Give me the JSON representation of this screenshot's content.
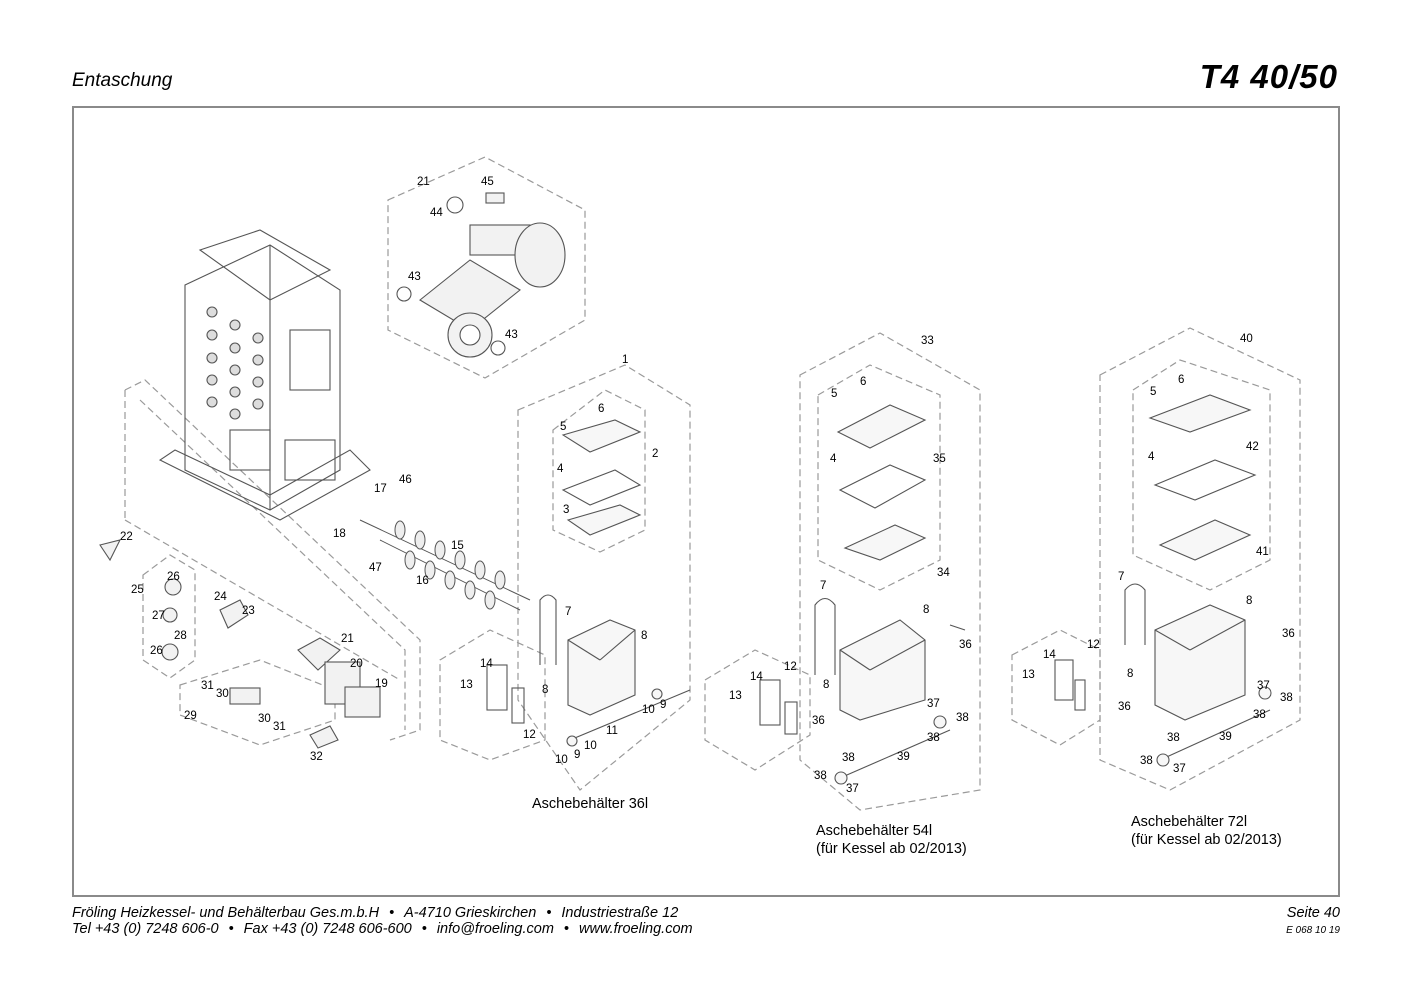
{
  "header": {
    "section_title": "Entaschung",
    "model": "T4 40/50"
  },
  "footer": {
    "company": "Fröling Heizkessel- und Behälterbau Ges.m.b.H",
    "address": "A-4710 Grieskirchen",
    "street": "Industriestraße 12",
    "phone": "Tel +43 (0) 7248 606-0",
    "fax": "Fax +43 (0) 7248 606-600",
    "email": "info@froeling.com",
    "web": "www.froeling.com",
    "page": "Seite 40",
    "doc_code": "E 068 10 19",
    "separator": "•"
  },
  "captions": {
    "c36": "Aschebehälter 36l",
    "c54": "Aschebehälter 54l",
    "c54_note": "(für Kessel ab 02/2013)",
    "c72": "Aschebehälter 72l",
    "c72_note": "(für Kessel ab 02/2013)"
  },
  "part_labels": [
    "21",
    "45",
    "44",
    "43",
    "43",
    "1",
    "2",
    "3",
    "4",
    "5",
    "6",
    "7",
    "8",
    "8",
    "9",
    "9",
    "10",
    "10",
    "10",
    "11",
    "12",
    "13",
    "14",
    "15",
    "16",
    "17",
    "18",
    "46",
    "47",
    "22",
    "24",
    "25",
    "26",
    "26",
    "27",
    "28",
    "23",
    "21",
    "20",
    "19",
    "29",
    "30",
    "30",
    "31",
    "31",
    "32",
    "33",
    "5",
    "6",
    "4",
    "35",
    "34",
    "7",
    "8",
    "36",
    "36",
    "12",
    "14",
    "13",
    "8",
    "37",
    "38",
    "38",
    "37",
    "38",
    "39",
    "38",
    "37",
    "40",
    "5",
    "6",
    "42",
    "4",
    "41",
    "7",
    "8",
    "36",
    "12",
    "14",
    "13",
    "8",
    "36",
    "37",
    "38",
    "38",
    "38",
    "39",
    "38",
    "37"
  ]
}
